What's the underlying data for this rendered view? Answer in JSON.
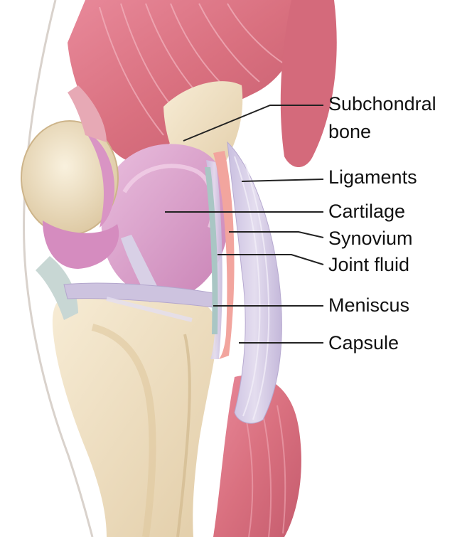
{
  "labels": {
    "subchondral_bone_line1": "Subchondral",
    "subchondral_bone_line2": "bone",
    "ligaments": "Ligaments",
    "cartilage": "Cartilage",
    "synovium": "Synovium",
    "joint_fluid": "Joint fluid",
    "meniscus": "Meniscus",
    "capsule": "Capsule"
  },
  "colors": {
    "muscle": "#d9707f",
    "muscle_light": "#ec9aa6",
    "muscle_dark": "#b84a5c",
    "bone": "#f2e3c6",
    "bone_shadow": "#d8c29d",
    "cartilage": "#d78fc2",
    "cartilage_light": "#e7b4d8",
    "ligament": "#ddd4ea",
    "ligament_shade": "#c6b9db",
    "synovium": "#f2a59e",
    "fluid": "#a9c6c4",
    "skin": "#f6efe9",
    "leader": "#222222"
  }
}
